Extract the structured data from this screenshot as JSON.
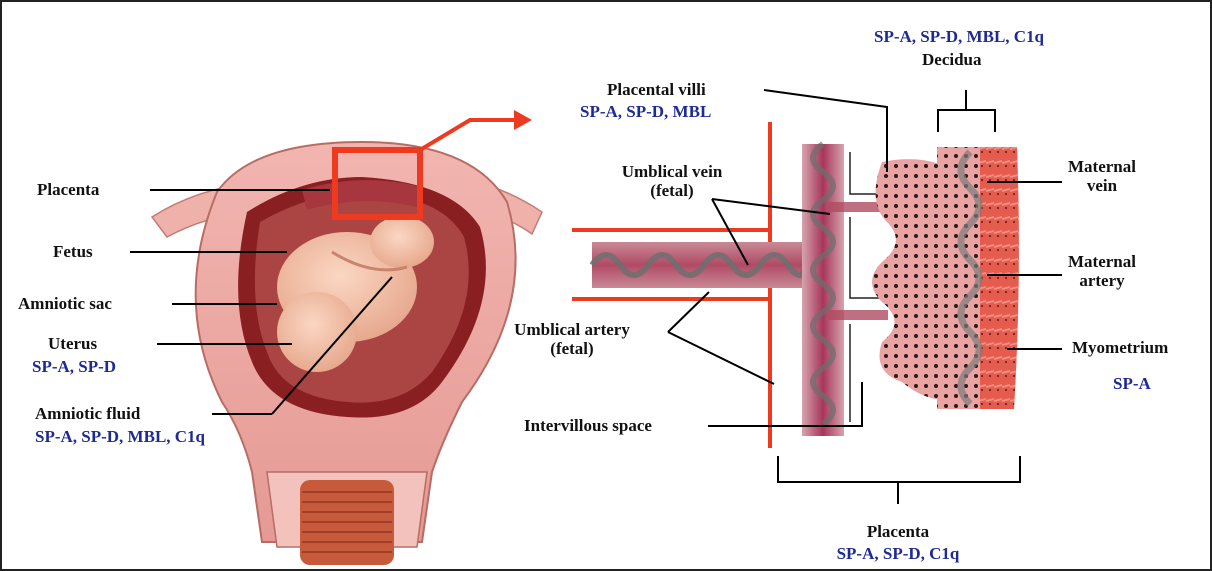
{
  "colors": {
    "text": "#111111",
    "protein_text": "#1f2a93",
    "zoom_box": "#ee3a1e",
    "tissue_pink": "#e8a8a8",
    "decidua_red": "#e36a5e",
    "vessel_red": "#b5355a"
  },
  "left": {
    "placenta": "Placenta",
    "fetus": "Fetus",
    "amniotic_sac": "Amniotic sac",
    "uterus": "Uterus",
    "uterus_proteins": "SP-A, SP-D",
    "amniotic_fluid": "Amniotic fluid",
    "amniotic_fluid_proteins": "SP-A, SP-D, MBL, C1q"
  },
  "right": {
    "decidua_proteins": "SP-A, SP-D, MBL, C1q",
    "decidua": "Decidua",
    "placental_villi": "Placental villi",
    "placental_villi_proteins": "SP-A, SP-D, MBL",
    "umbilical_vein_line1": "Umblical vein",
    "umbilical_vein_line2": "(fetal)",
    "umbilical_artery_line1": "Umblical artery",
    "umbilical_artery_line2": "(fetal)",
    "intervillous_space": "Intervillous space",
    "maternal_vein_line1": "Maternal",
    "maternal_vein_line2": "vein",
    "maternal_artery_line1": "Maternal",
    "maternal_artery_line2": "artery",
    "myometrium": "Myometrium",
    "myometrium_proteins": "SP-A",
    "placenta": "Placenta",
    "placenta_proteins": "SP-A, SP-D, C1q"
  }
}
